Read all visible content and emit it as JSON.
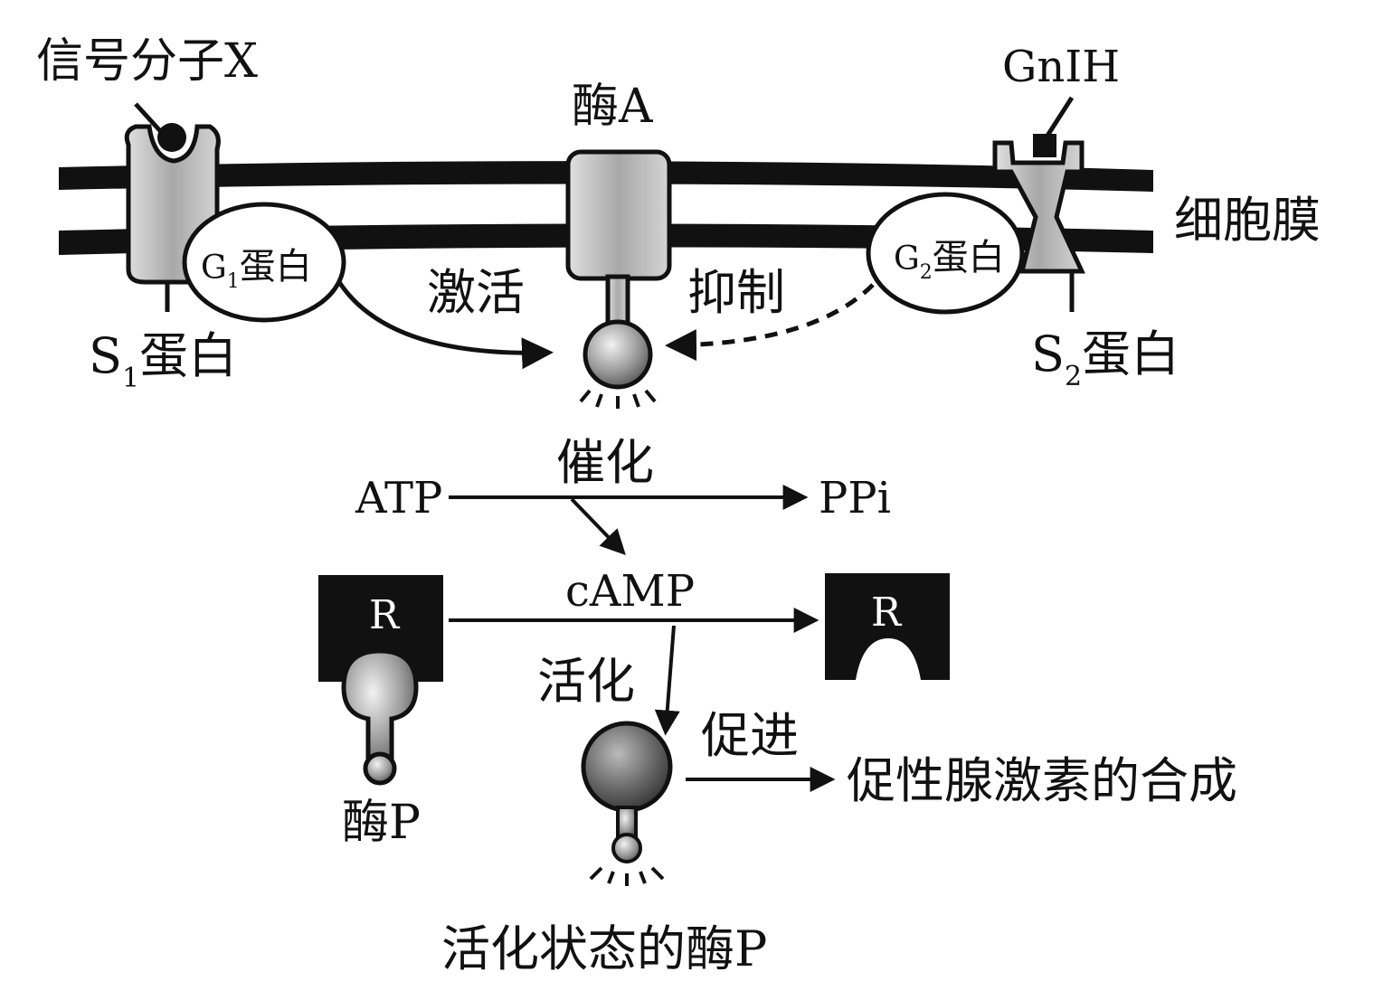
{
  "colors": {
    "ink": "#111111",
    "protein_fill": "#bdbdbd",
    "background": "#ffffff"
  },
  "labels": {
    "signal_x": "信号分子X",
    "enzyme_a": "酶A",
    "gnih": "GnIH",
    "membrane": "细胞膜",
    "g1_main": "G",
    "g1_sub": "1",
    "g1_rest": "蛋白",
    "g2_main": "G",
    "g2_sub": "2",
    "g2_rest": "蛋白",
    "s1_main": "S",
    "s1_sub": "1",
    "s1_rest": "蛋白",
    "s2_main": "S",
    "s2_sub": "2",
    "s2_rest": "蛋白",
    "activate": "激活",
    "inhibit": "抑制",
    "catalyze": "催化",
    "atp": "ATP",
    "ppi": "PPi",
    "camp": "cAMP",
    "r_left": "R",
    "r_right": "R",
    "activation": "活化",
    "promote": "促进",
    "enzyme_p": "酶P",
    "product": "促性腺激素的合成",
    "active_enzyme_p": "活化状态的酶P"
  }
}
